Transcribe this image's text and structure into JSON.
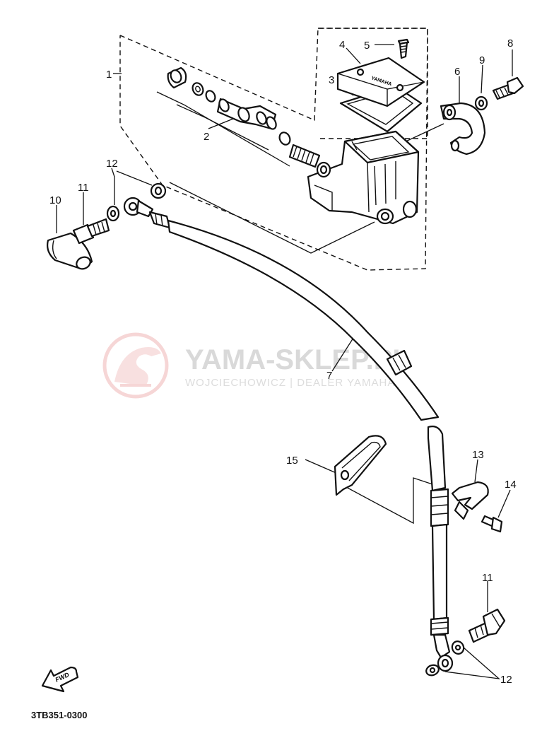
{
  "diagram": {
    "part_labels": {
      "p1": "1",
      "p2": "2",
      "p3": "3",
      "p4": "4",
      "p5": "5",
      "p6": "6",
      "p7": "7",
      "p8": "8",
      "p9": "9",
      "p10": "10",
      "p11_top": "11",
      "p11_bottom": "11",
      "p12_top": "12",
      "p12_bottom": "12",
      "p13": "13",
      "p14": "14",
      "p15": "15"
    },
    "cap_text": "YAMAHA",
    "fwd_text": "FWD",
    "drawing_code": "3TB351-0300"
  },
  "watermark": {
    "title": "YAMA-SKLEP.PL",
    "subtitle": "WOJCIECHOWICZ | DEALER YAMAHA",
    "color": "#f2c4c4"
  }
}
